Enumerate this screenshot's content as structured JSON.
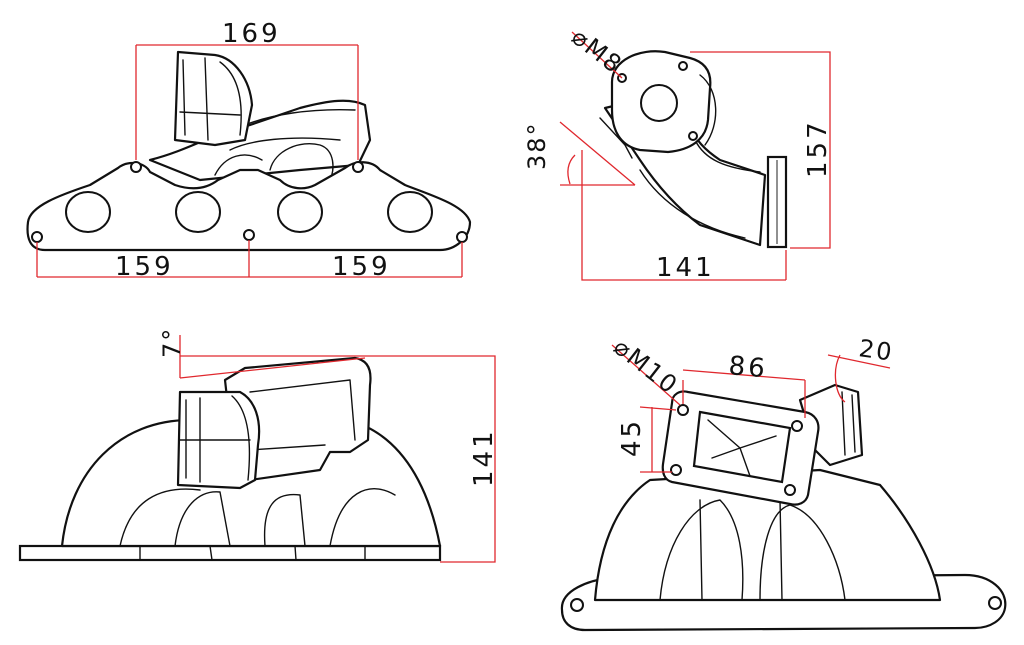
{
  "colors": {
    "dimension_line": "#e0282e",
    "outline": "#111111",
    "background": "#ffffff"
  },
  "views": {
    "top_left": {
      "width_top": "169",
      "span_left": "159",
      "span_right": "159"
    },
    "top_right": {
      "bolt": "⌀M8",
      "angle": "38°",
      "height": "157",
      "width": "141"
    },
    "bottom_left": {
      "angle": "7°",
      "height": "141"
    },
    "bottom_right": {
      "bolt": "⌀M10",
      "flange_width": "86",
      "flange_height": "45",
      "angle": "20"
    }
  }
}
